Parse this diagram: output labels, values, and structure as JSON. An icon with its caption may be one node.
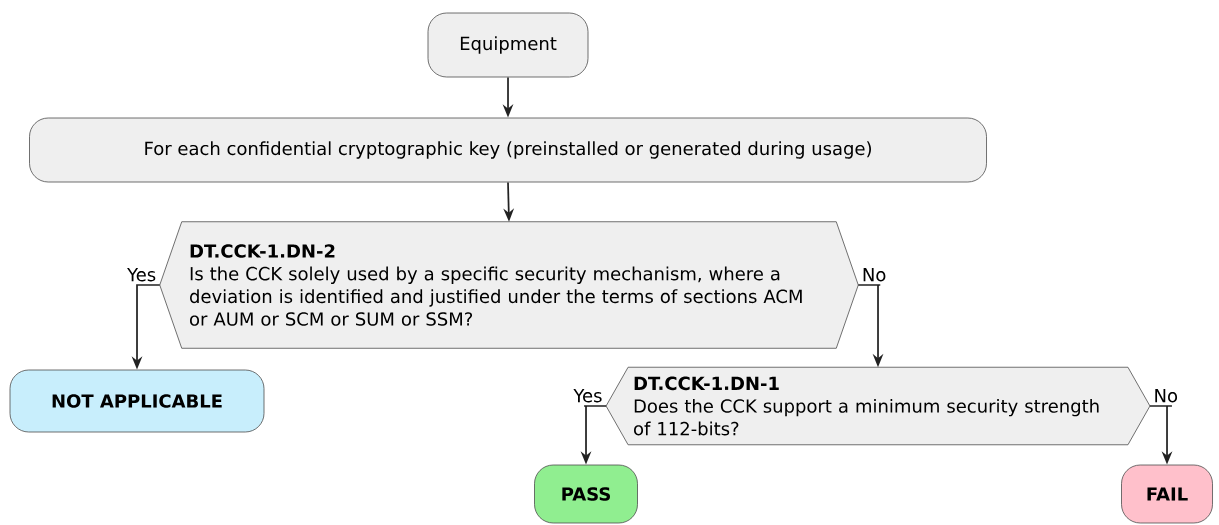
{
  "diagram": {
    "nodes": [
      {
        "text": [
          "Equipment"
        ]
      },
      {
        "text": [
          "For each confidential cryptographic key (preinstalled or generated during usage)"
        ]
      },
      {
        "text": [
          "DT.CCK-1.DN-2",
          "Is the CCK solely used by a specific security mechanism, where a deviation is identified and justified under the terms of sections ACM or AUM or SCM or SUM or SSM?"
        ]
      },
      {
        "text": [
          "NOT APPLICABLE"
        ]
      },
      {
        "text": [
          "DT.CCK-1.DN-1",
          "Does the CCK support a minimum security strength of 112-bits?"
        ]
      },
      {
        "text": [
          "PASS"
        ]
      },
      {
        "text": [
          "FAIL"
        ]
      }
    ],
    "edges": [
      {
        "from": 0,
        "to": 1,
        "arrow": "to"
      },
      {
        "from": 1,
        "to": 2,
        "arrow": "to"
      },
      {
        "from": 2,
        "to": 3,
        "arrow": "to",
        "label": "Yes"
      },
      {
        "from": 2,
        "to": 4,
        "arrow": "to",
        "label": "No"
      },
      {
        "from": 4,
        "to": 5,
        "arrow": "to",
        "label": "Yes"
      },
      {
        "from": 4,
        "to": 6,
        "arrow": "to",
        "label": "No"
      }
    ]
  }
}
